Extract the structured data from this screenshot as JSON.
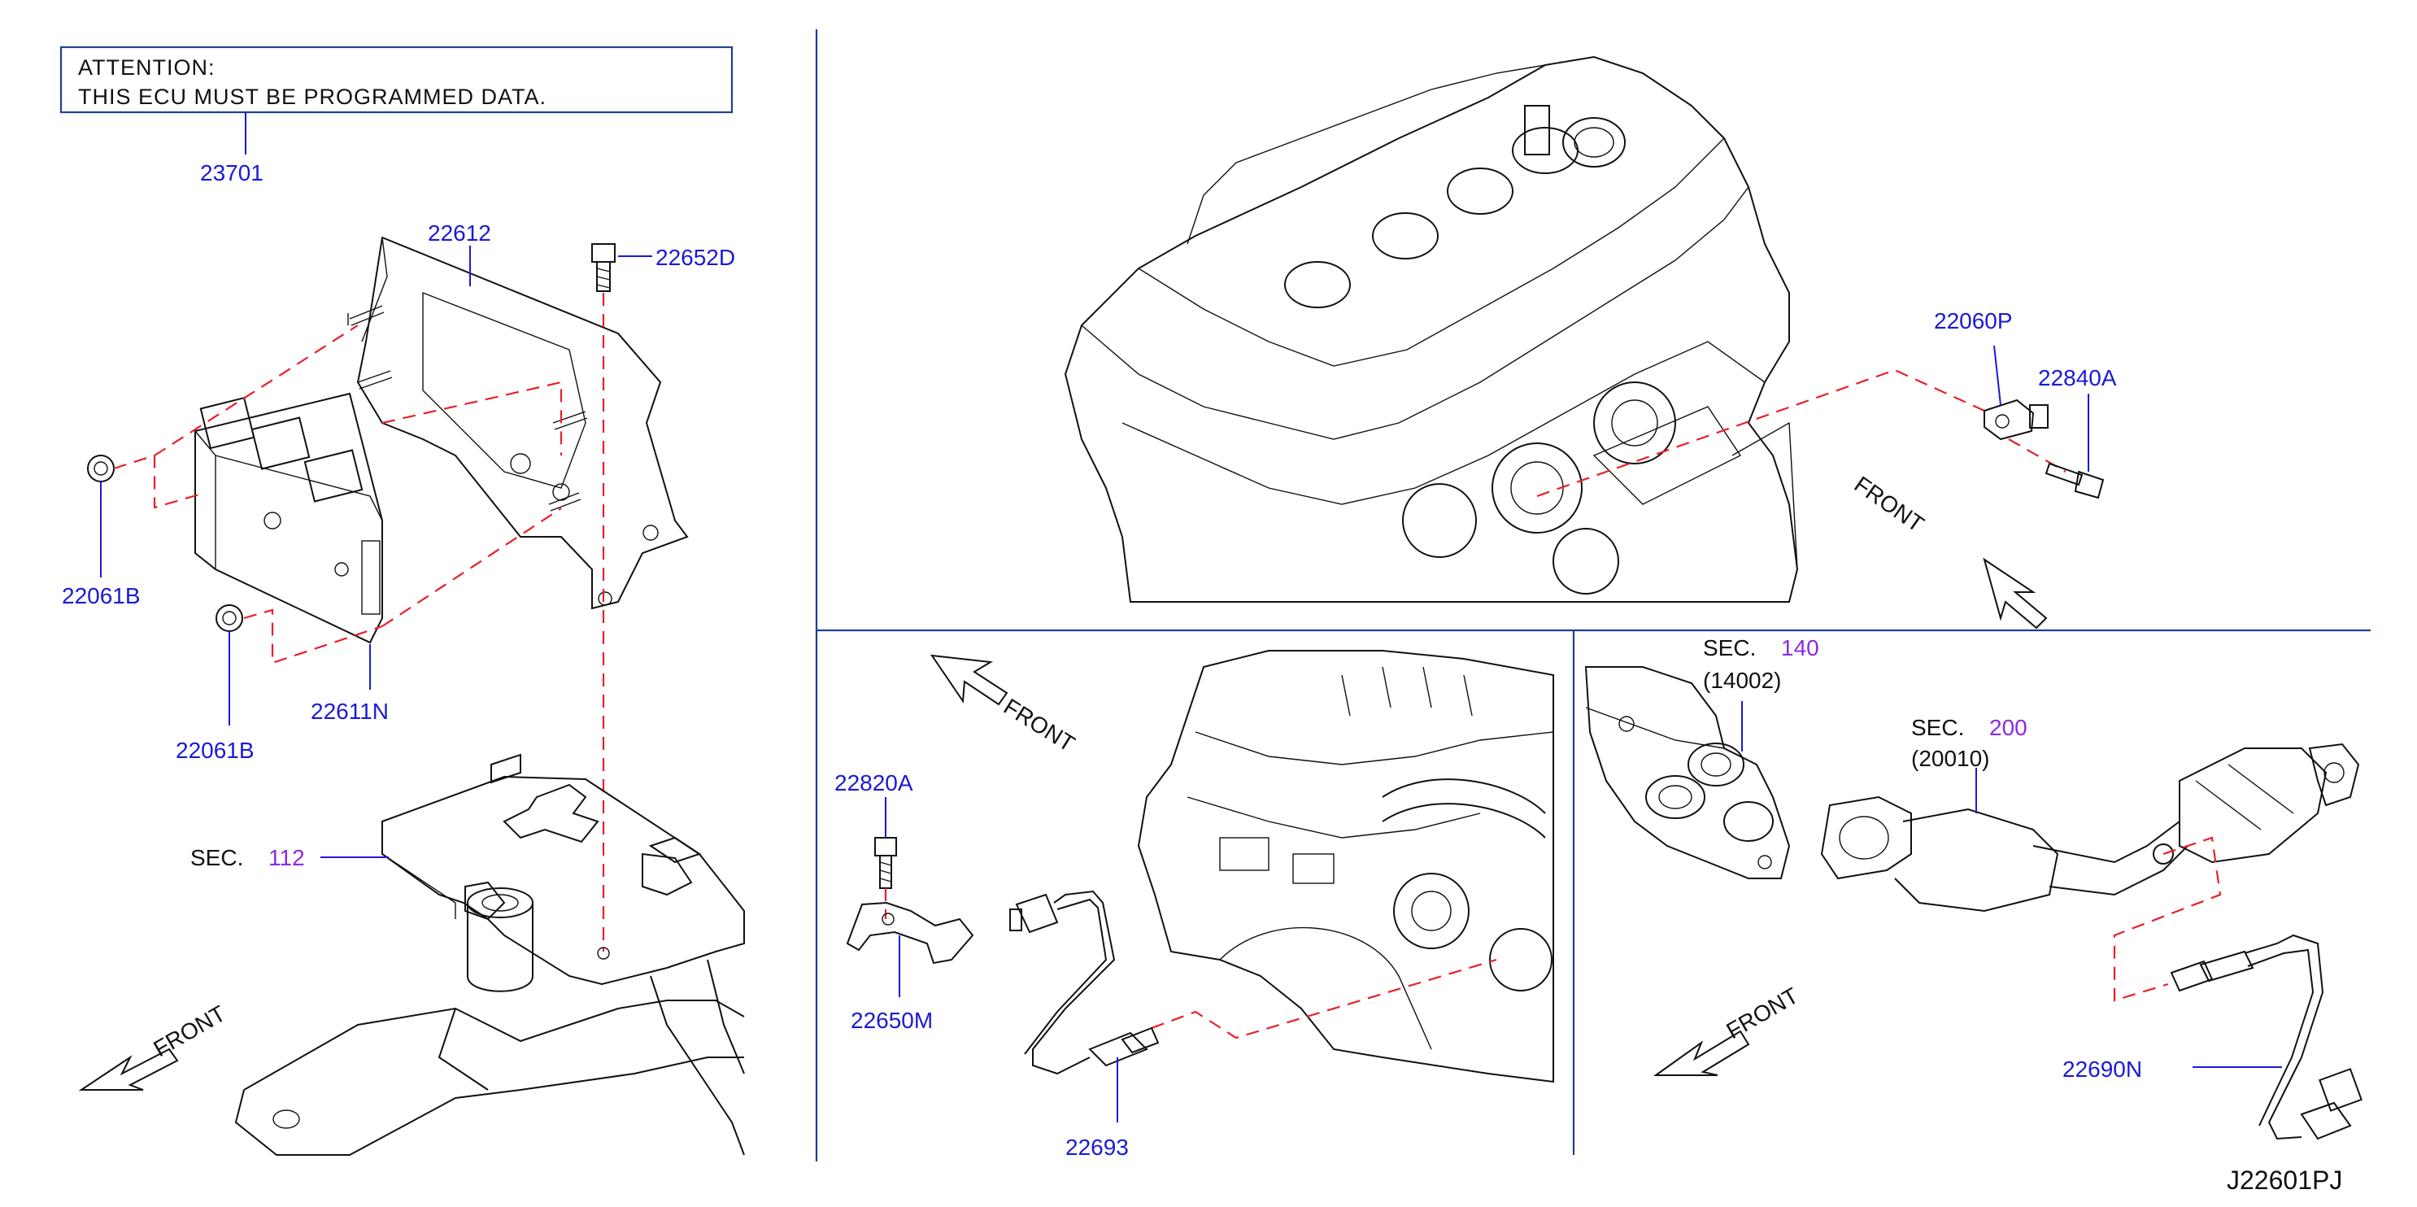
{
  "attention": {
    "line1": "ATTENTION:",
    "line2": "THIS   ECU   MUST   BE   PROGRAMMED   DATA."
  },
  "part_numbers": {
    "p23701": "23701",
    "p22612": "22612",
    "p22652D": "22652D",
    "p22061B_a": "22061B",
    "p22061B_b": "22061B",
    "p22611N": "22611N",
    "p22060P": "22060P",
    "p22840A": "22840A",
    "p22820A": "22820A",
    "p22650M": "22650M",
    "p22693": "22693",
    "p22690N": "22690N"
  },
  "section_refs": {
    "sec_word": "SEC.",
    "sec112": "112",
    "sec140": "140",
    "sec140_sub": "(14002)",
    "sec200": "200",
    "sec200_sub": "(20010)"
  },
  "front_label": "FRONT",
  "diagram_id": "J22601PJ",
  "colors": {
    "part_number": "#1a1ad6",
    "section_number": "#8a2be2",
    "guide_line": "#e8202a",
    "divider": "#1f3f8f"
  }
}
